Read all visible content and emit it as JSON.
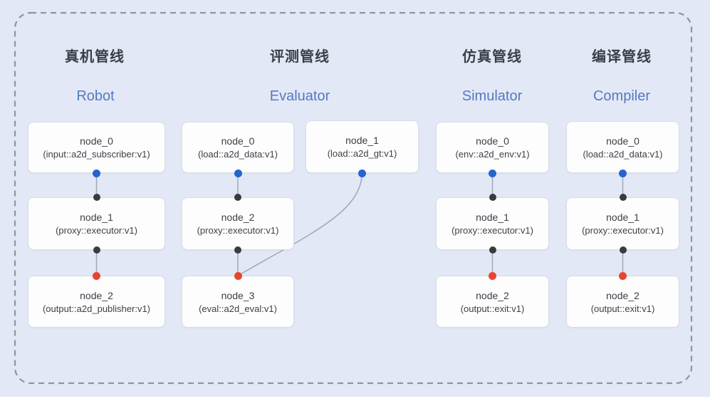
{
  "diagram": {
    "colors": {
      "background": "#e2e8f5",
      "dashed_border": "#8e95a1",
      "connector_line": "#a0a8b8",
      "input_port_dot": "#2563cf",
      "proxy_port_dot": "#3b3b3b",
      "output_port_dot": "#e8452f",
      "title_zh_text": "#3a3f4a",
      "title_en_text": "#5579c1",
      "node_text": "#3c4046",
      "node_background": "#fdfdfe"
    },
    "pipelines": [
      {
        "title_zh": "真机管线",
        "title_en": "Robot",
        "nodes": [
          {
            "name": "node_0",
            "type": "(input::a2d_subscriber:v1)"
          },
          {
            "name": "node_1",
            "type": "(proxy::executor:v1)"
          },
          {
            "name": "node_2",
            "type": "(output::a2d_publisher:v1)"
          }
        ]
      },
      {
        "title_zh": "评测管线",
        "title_en": "Evaluator",
        "nodes": [
          {
            "name": "node_0",
            "type": "(load::a2d_data:v1)"
          },
          {
            "name": "node_1",
            "type": "(load::a2d_gt:v1)"
          },
          {
            "name": "node_2",
            "type": "(proxy::executor:v1)"
          },
          {
            "name": "node_3",
            "type": "(eval::a2d_eval:v1)"
          }
        ]
      },
      {
        "title_zh": "仿真管线",
        "title_en": "Simulator",
        "nodes": [
          {
            "name": "node_0",
            "type": "(env::a2d_env:v1)"
          },
          {
            "name": "node_1",
            "type": "(proxy::executor:v1)"
          },
          {
            "name": "node_2",
            "type": "(output::exit:v1)"
          }
        ]
      },
      {
        "title_zh": "编译管线",
        "title_en": "Compiler",
        "nodes": [
          {
            "name": "node_0",
            "type": "(load::a2d_data:v1)"
          },
          {
            "name": "node_1",
            "type": "(proxy::executor:v1)"
          },
          {
            "name": "node_2",
            "type": "(output::exit:v1)"
          }
        ]
      }
    ]
  }
}
